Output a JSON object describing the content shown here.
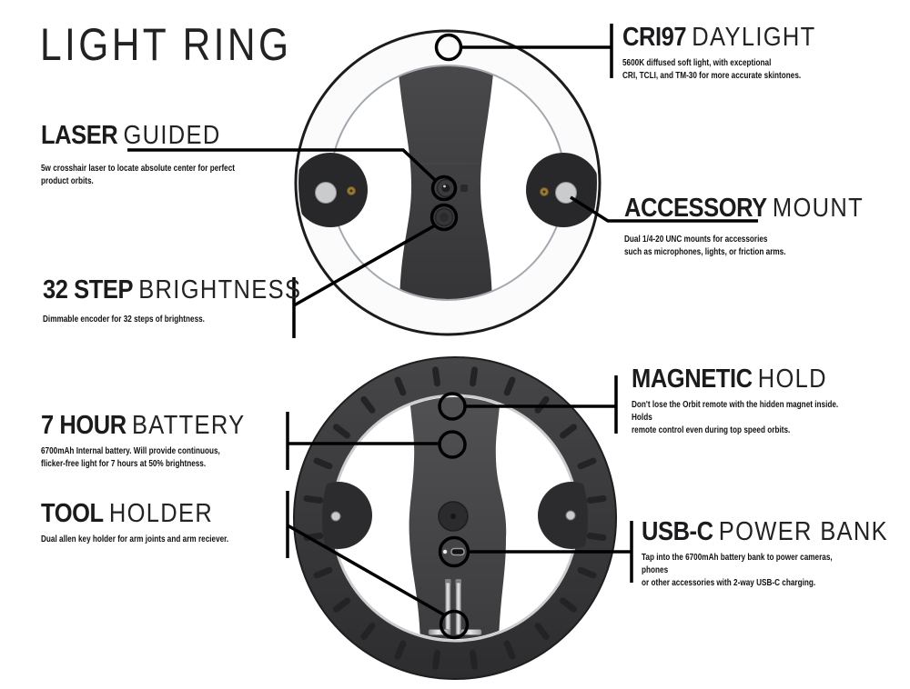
{
  "title": "LIGHT RING",
  "annotations": {
    "cri97": {
      "heading_bold": "CRI97",
      "heading_light": "DAYLIGHT",
      "body": "5600K diffused soft light, with exceptional\nCRI, TCLI, and TM-30 for more accurate skintones."
    },
    "laser": {
      "heading_bold": "LASER",
      "heading_light": "GUIDED",
      "body": "5w crosshair laser to locate absolute center for perfect\nproduct orbits."
    },
    "step32": {
      "heading_bold": "32 STEP",
      "heading_light": "BRIGHTNESS",
      "body": "Dimmable encoder for 32 steps of brightness."
    },
    "accessory": {
      "heading_bold": "ACCESSORY",
      "heading_light": "MOUNT",
      "body": "Dual 1/4-20 UNC mounts for accessories\nsuch as microphones, lights, or friction arms."
    },
    "magnetic": {
      "heading_bold": "MAGNETIC",
      "heading_light": "HOLD",
      "body": "Don't lose the Orbit remote with the hidden magnet inside.  Holds\nremote control even during top speed orbits."
    },
    "battery": {
      "heading_bold": "7 HOUR",
      "heading_light": "BATTERY",
      "body": "6700mAh Internal battery. Will provide continuous,\nflicker-free light for 7 hours at 50% brightness."
    },
    "tool": {
      "heading_bold": "TOOL",
      "heading_light": "HOLDER",
      "body": "Dual allen key holder for arm joints and arm reciever."
    },
    "usbc": {
      "heading_bold": "USB-C",
      "heading_light": "POWER BANK",
      "body": "Tap into the 6700mAh battery bank to power cameras, phones\nor other accessories with 2-way USB-C charging."
    }
  },
  "colors": {
    "background": "#ffffff",
    "line_black": "#000000",
    "ring_front_band": "#fbfbfc",
    "ring_back_face": "#3a3a3c",
    "ring_back_tick": "#232325",
    "column_gray": "#434345",
    "silver_button": "#c9cbcd",
    "gold_screw": "#9a7a34"
  }
}
